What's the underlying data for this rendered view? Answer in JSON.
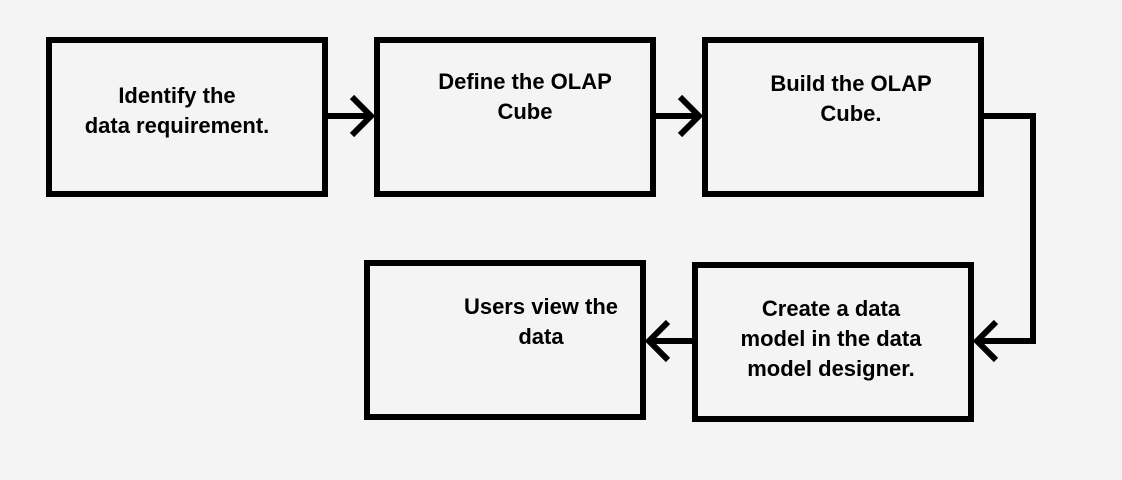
{
  "diagram": {
    "steps": [
      {
        "label": "Identify the\ndata requirement."
      },
      {
        "label": "Define the OLAP\nCube"
      },
      {
        "label": "Build the OLAP\nCube."
      },
      {
        "label": "Users view the\ndata"
      },
      {
        "label": "Create a data\nmodel in the data\nmodel designer."
      }
    ],
    "colors": {
      "background": "#f4f4f4",
      "stroke": "#000000"
    }
  }
}
